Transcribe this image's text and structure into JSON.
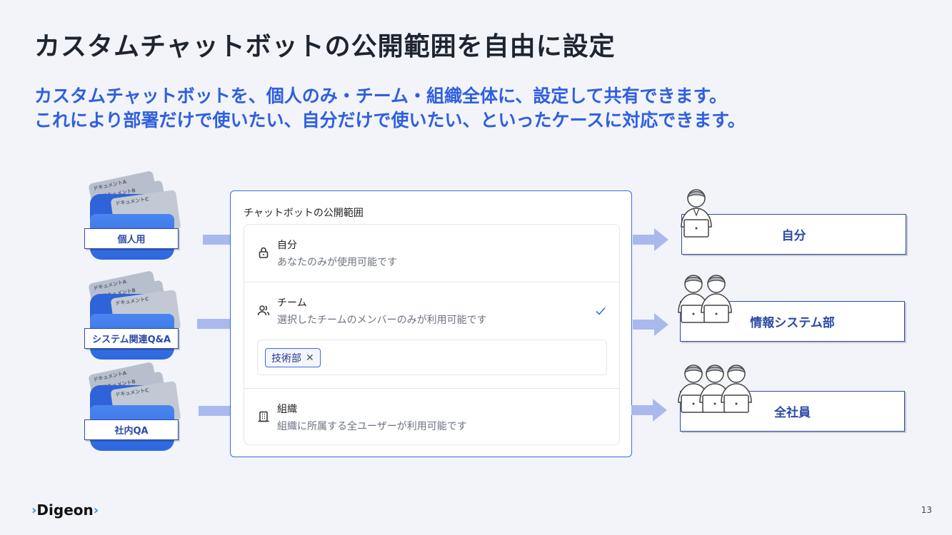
{
  "slide": {
    "title": "カスタムチャットボットの公開範囲を自由に設定",
    "subtitle_lines": [
      "カスタムチャットボットを、個人のみ・チーム・組織全体に、設定して共有できます。",
      "これにより部署だけで使いたい、自分だけで使いたい、といったケースに対応できます。"
    ],
    "page_number": "13",
    "logo": "Digeon"
  },
  "sources": {
    "doc_labels": [
      "ドキュメントA",
      "ドキュメントB",
      "ドキュメントC"
    ],
    "folders": [
      {
        "label": "個人用"
      },
      {
        "label": "システム関連Q&A"
      },
      {
        "label": "社内QA"
      }
    ]
  },
  "panel": {
    "title": "チャットボットの公開範囲",
    "options": [
      {
        "name": "自分",
        "desc": "あなたのみが使用可能です",
        "icon": "lock-icon",
        "selected": false
      },
      {
        "name": "チーム",
        "desc": "選択したチームのメンバーのみが利用可能です",
        "icon": "users-icon",
        "selected": true
      },
      {
        "name": "組織",
        "desc": "組織に所属する全ユーザーが利用可能です",
        "icon": "building-icon",
        "selected": false
      }
    ],
    "team_tag": {
      "label": "技術部",
      "remove": "✕"
    }
  },
  "targets": [
    {
      "label": "自分",
      "people": 1
    },
    {
      "label": "情報システム部",
      "people": 2
    },
    {
      "label": "全社員",
      "people": 3
    }
  ],
  "colors": {
    "accent": "#2f5fe0",
    "folder": "#2f63d9",
    "arrow": "#a9b9ee",
    "label_border": "#2c4aa6"
  }
}
